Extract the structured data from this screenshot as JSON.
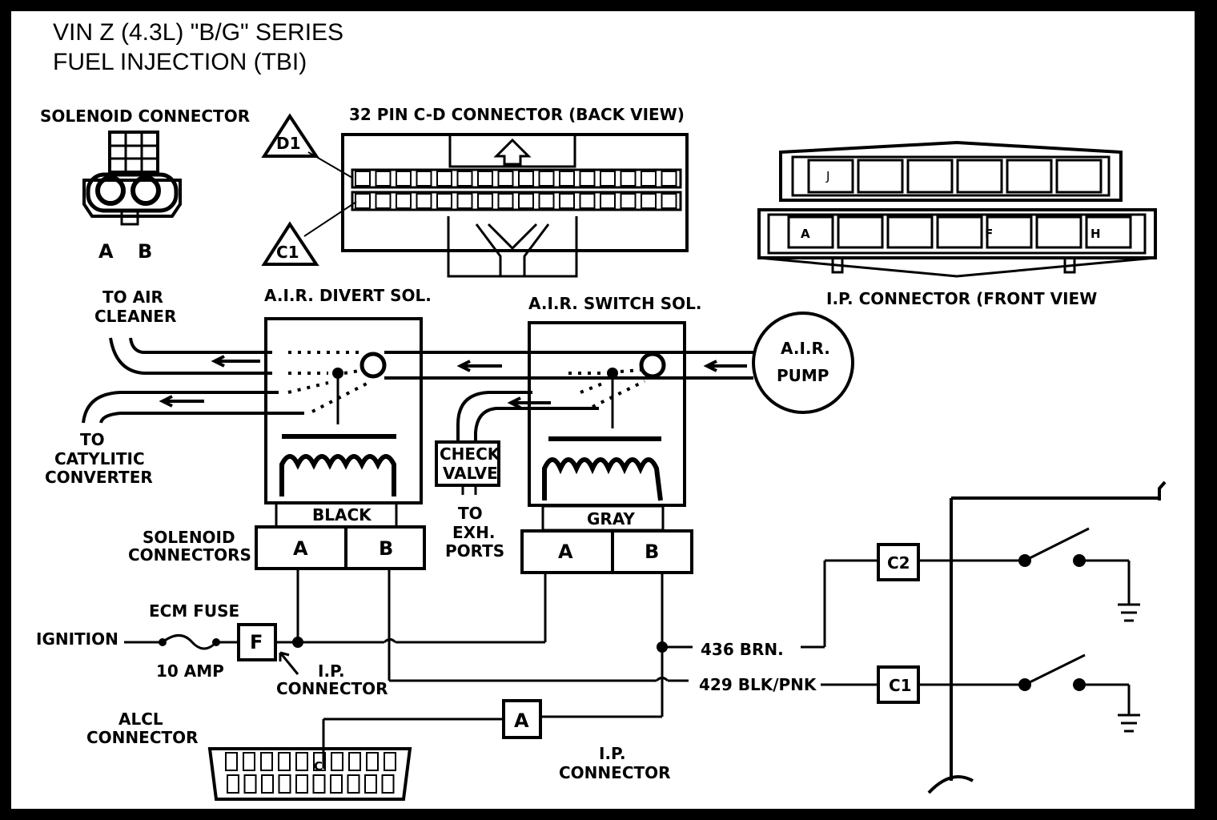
{
  "title": {
    "line1": "VIN Z (4.3L) \"B/G\" SERIES",
    "line2": "FUEL INJECTION (TBI)"
  },
  "solenoid_connector": {
    "label": "SOLENOID CONNECTOR",
    "pin_a": "A",
    "pin_b": "B"
  },
  "cd_connector": {
    "label": "32 PIN C-D CONNECTOR (BACK VIEW)",
    "d1": "D1",
    "c1": "C1"
  },
  "ip_connector_top": {
    "label": "I.P. CONNECTOR (FRONT VIEW",
    "pin_j": "J",
    "pin_a": "A",
    "pin_f": "F",
    "pin_h": "H"
  },
  "divert_sol": {
    "label": "A.I.R. DIVERT SOL.",
    "color": "BLACK",
    "pin_a": "A",
    "pin_b": "B"
  },
  "switch_sol": {
    "label": "A.I.R. SWITCH SOL.",
    "color": "GRAY",
    "pin_a": "A",
    "pin_b": "B"
  },
  "air_pump": {
    "line1": "A.I.R.",
    "line2": "PUMP"
  },
  "to_air_cleaner": {
    "line1": "TO AIR",
    "line2": "CLEANER"
  },
  "to_converter": {
    "line1": "TO",
    "line2": "CATYLITIC",
    "line3": "CONVERTER"
  },
  "check_valve": {
    "line1": "CHECK",
    "line2": "VALVE"
  },
  "exh_ports": {
    "line1": "TO",
    "line2": "EXH.",
    "line3": "PORTS"
  },
  "solenoid_connectors": {
    "line1": "SOLENOID",
    "line2": "CONNECTORS"
  },
  "ecm_fuse": {
    "label": "ECM FUSE",
    "letter": "F",
    "rating": "10 AMP"
  },
  "ignition": "IGNITION",
  "ip_conn_left": {
    "line1": "I.P.",
    "line2": "CONNECTOR"
  },
  "wire_436": "436 BRN.",
  "wire_429": "429 BLK/PNK",
  "alcl": {
    "line1": "ALCL",
    "line2": "CONNECTOR",
    "pin": "C"
  },
  "ip_conn_a": {
    "letter": "A",
    "line1": "I.P.",
    "line2": "CONNECTOR"
  },
  "ecm_c2": "C2",
  "ecm_c1": "C1"
}
